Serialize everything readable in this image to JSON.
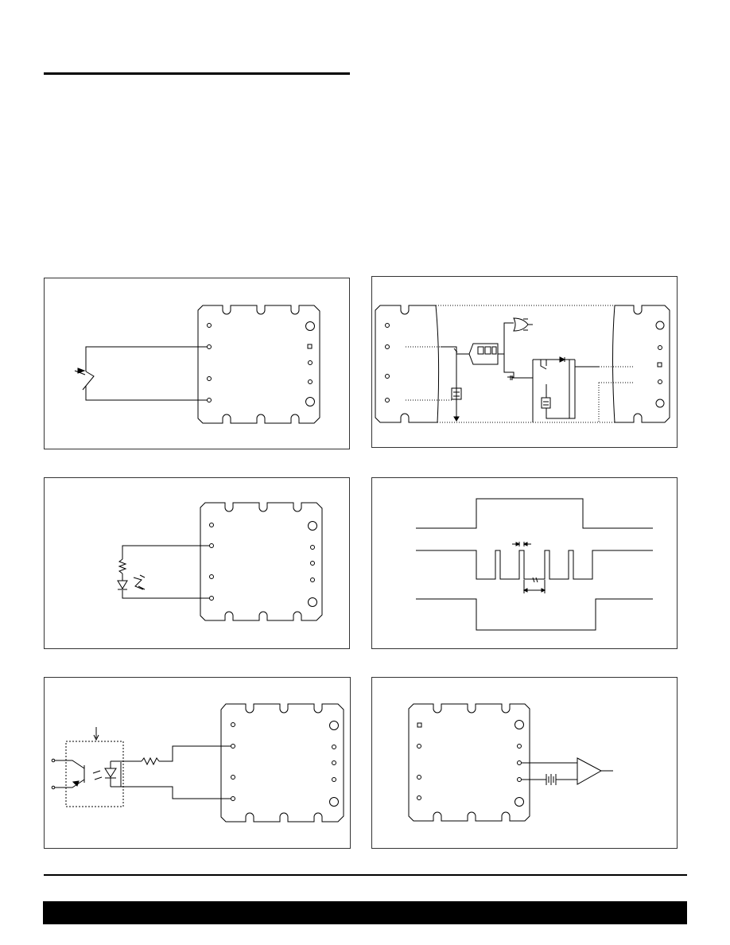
{
  "page": {
    "figures": [
      {
        "id": "fig-switch",
        "content": "switch-closure-input"
      },
      {
        "id": "fig-logic-circuit",
        "content": "internal-logic-diagram"
      },
      {
        "id": "fig-led",
        "content": "led-resistor-input"
      },
      {
        "id": "fig-timing",
        "content": "pulse-timing-waveforms"
      },
      {
        "id": "fig-optocoupler",
        "content": "optocoupler-input"
      },
      {
        "id": "fig-amplifier",
        "content": "amplifier-output"
      }
    ]
  }
}
